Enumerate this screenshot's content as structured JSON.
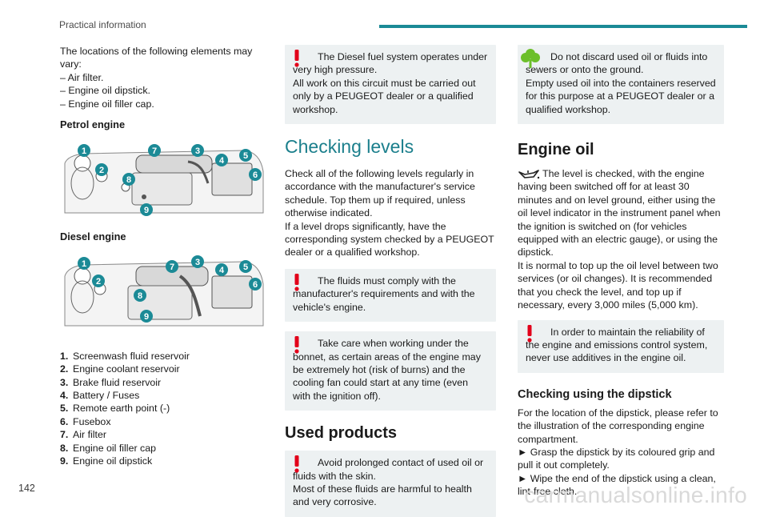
{
  "header": {
    "section": "Practical information"
  },
  "page_number": "142",
  "watermark": "carmanualsonline.info",
  "col1": {
    "intro": "The locations of the following elements may vary:",
    "vary_items": [
      "– Air filter.",
      "– Engine oil dipstick.",
      "– Engine oil filler cap."
    ],
    "petrol_title": "Petrol engine",
    "diesel_title": "Diesel engine",
    "parts": [
      {
        "num": "1.",
        "label": "Screenwash fluid reservoir"
      },
      {
        "num": "2.",
        "label": "Engine coolant reservoir"
      },
      {
        "num": "3.",
        "label": "Brake fluid reservoir"
      },
      {
        "num": "4.",
        "label": "Battery / Fuses"
      },
      {
        "num": "5.",
        "label": "Remote earth point (-)"
      },
      {
        "num": "6.",
        "label": "Fusebox"
      },
      {
        "num": "7.",
        "label": "Air filter"
      },
      {
        "num": "8.",
        "label": "Engine oil filler cap"
      },
      {
        "num": "9.",
        "label": "Engine oil dipstick"
      }
    ],
    "markers": [
      "1",
      "2",
      "3",
      "4",
      "5",
      "6",
      "7",
      "8",
      "9"
    ]
  },
  "col2": {
    "warning_diesel_1": "The Diesel fuel system operates under very high pressure.",
    "warning_diesel_2": "All work on this circuit must be carried out only by a PEUGEOT dealer or a qualified workshop.",
    "checking_title": "Checking levels",
    "checking_p1": "Check all of the following levels regularly in accordance with the manufacturer's service schedule. Top them up if required, unless otherwise indicated.",
    "checking_p2": "If a level drops significantly, have the corresponding system checked by a PEUGEOT dealer or a qualified workshop.",
    "warning_fluids": "The fluids must comply with the manufacturer's requirements and with the vehicle's engine.",
    "warning_bonnet": "Take care when working under the bonnet, as certain areas of the engine may be extremely hot (risk of burns) and the cooling fan could start at any time (even with the ignition off).",
    "used_title": "Used products",
    "warning_used_1": "Avoid prolonged contact of used oil or fluids with the skin.",
    "warning_used_2": "Most of these fluids are harmful to health and very corrosive."
  },
  "col3": {
    "eco_1": "Do not discard used oil or fluids into sewers or onto the ground.",
    "eco_2": "Empty used oil into the containers reserved for this purpose at a PEUGEOT dealer or a qualified workshop.",
    "engine_oil_title": "Engine oil",
    "oil_p1": "The level is checked, with the engine having been switched off for at least 30 minutes and on level ground, either using the oil level indicator in the instrument panel when the ignition is switched on (for vehicles equipped with an electric gauge), or using the dipstick.",
    "oil_p2": "It is normal to top up the oil level between two services (or oil changes). It is recommended that you check the level, and top up if necessary, every 3,000 miles (5,000 km).",
    "warning_additives": "In order to maintain the reliability of the engine and emissions control system, never use additives in the engine oil.",
    "dipstick_title": "Checking using the dipstick",
    "dipstick_p1": "For the location of the dipstick, please refer to the illustration of the corresponding engine compartment.",
    "dipstick_p2": "► Grasp the dipstick by its coloured grip and pull it out completely.",
    "dipstick_p3": "► Wipe the end of the dipstick using a clean, lint-free cloth."
  },
  "colors": {
    "accent": "#1b8a96",
    "warning": "#e2001a",
    "eco": "#6cbf2a",
    "box": "#edf1f2",
    "marker": "#1b8a96"
  },
  "icons": [
    "warning-icon",
    "eco-tree-icon",
    "oil-can-icon"
  ]
}
